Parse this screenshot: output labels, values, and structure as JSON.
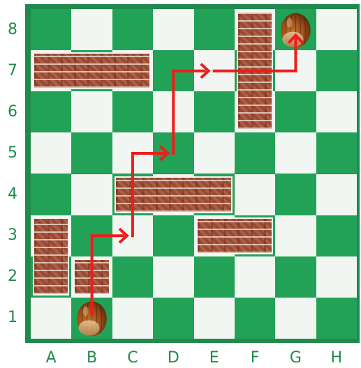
{
  "board": {
    "files": [
      "A",
      "B",
      "C",
      "D",
      "E",
      "F",
      "G",
      "H"
    ],
    "ranks": [
      "1",
      "2",
      "3",
      "4",
      "5",
      "6",
      "7",
      "8"
    ],
    "light_color": "#f2f6f2",
    "dark_color": "#22a257",
    "frame_color": "#1f8a4c"
  },
  "walls": [
    {
      "name": "wall-a7-c7",
      "squares": [
        "A7",
        "B7",
        "C7"
      ]
    },
    {
      "name": "wall-f6-f8",
      "squares": [
        "F6",
        "F7",
        "F8"
      ]
    },
    {
      "name": "wall-c4-e4",
      "squares": [
        "C4",
        "D4",
        "E4"
      ]
    },
    {
      "name": "wall-e3-f3",
      "squares": [
        "E3",
        "F3"
      ]
    },
    {
      "name": "wall-a2-a3",
      "squares": [
        "A2",
        "A3"
      ]
    },
    {
      "name": "wall-b2",
      "squares": [
        "B2"
      ]
    }
  ],
  "pieces": [
    {
      "name": "hazelnut-start",
      "square": "B1",
      "icon": "hazelnut-icon"
    },
    {
      "name": "hazelnut-goal",
      "square": "G8",
      "icon": "hazelnut-icon"
    }
  ],
  "path": {
    "color": "#ee1c1c",
    "moves": [
      [
        "B1",
        "B3"
      ],
      [
        "B3",
        "C3"
      ],
      [
        "C3",
        "C5"
      ],
      [
        "C5",
        "D5"
      ],
      [
        "D5",
        "D7"
      ],
      [
        "D7",
        "E7"
      ],
      [
        "E7",
        "G7"
      ],
      [
        "G7",
        "G8"
      ]
    ]
  }
}
